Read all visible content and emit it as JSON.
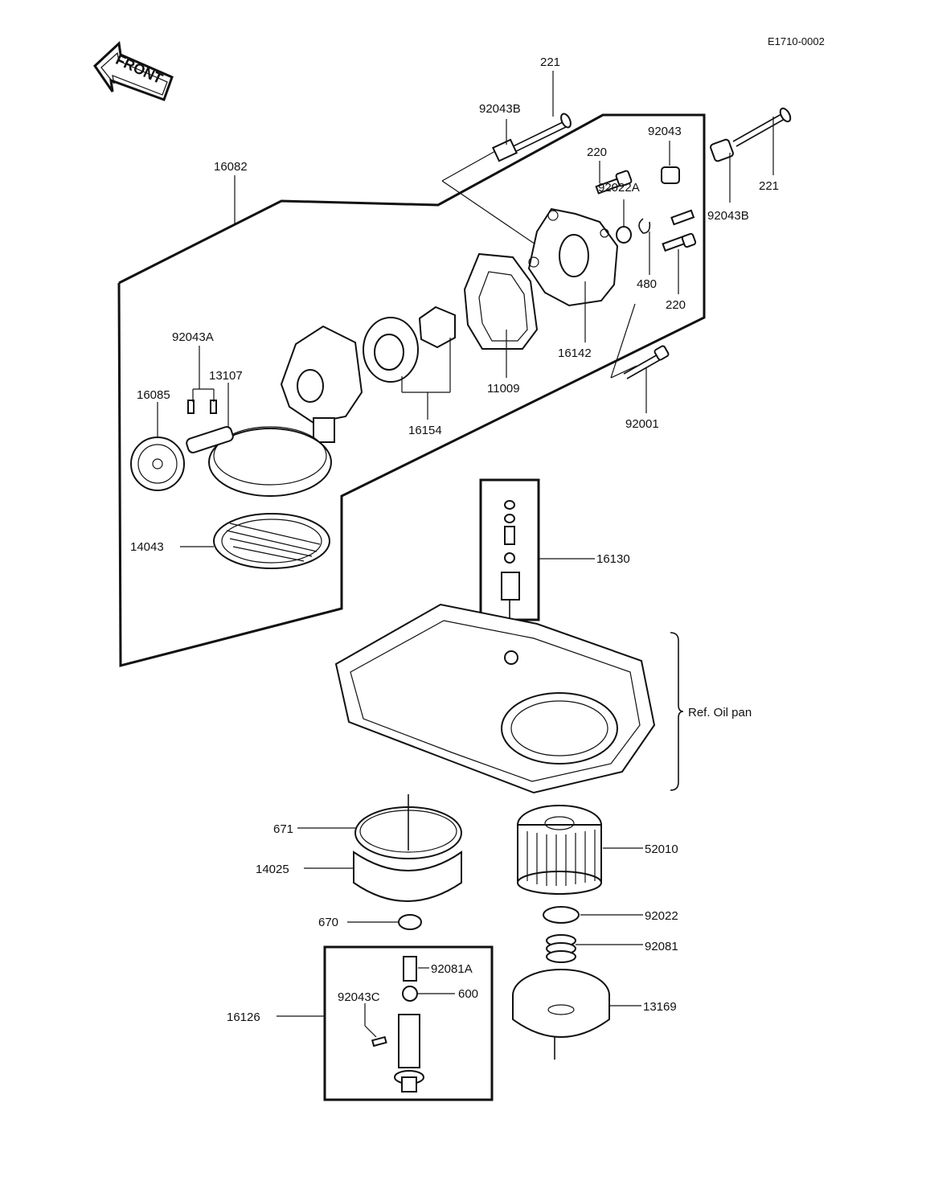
{
  "figure_code": "E1710-0002",
  "front_label": "FRONT",
  "ref_note": "Ref. Oil pan",
  "labels": {
    "p221_top": "221",
    "p92043B_top": "92043B",
    "p16082": "16082",
    "p220_top": "220",
    "p92043": "92043",
    "p221_right": "221",
    "p92043B_right": "92043B",
    "p92022A": "92022A",
    "p480": "480",
    "p220_right": "220",
    "p16142": "16142",
    "p92043A": "92043A",
    "p13107": "13107",
    "p16085": "16085",
    "p11009": "11009",
    "p16154": "16154",
    "p92001": "92001",
    "p14043": "14043",
    "p16130": "16130",
    "p671": "671",
    "p14025": "14025",
    "p52010": "52010",
    "p670": "670",
    "p92022": "92022",
    "p92081": "92081",
    "p92081A": "92081A",
    "p600": "600",
    "p92043C": "92043C",
    "p16126": "16126",
    "p13169": "13169"
  }
}
